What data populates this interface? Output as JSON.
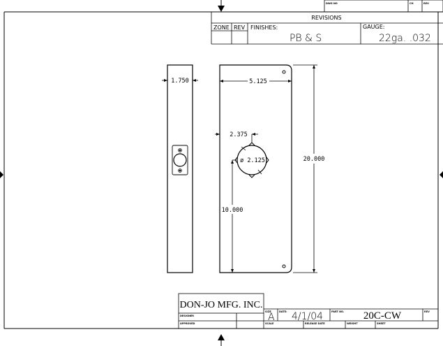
{
  "revisions": {
    "dwg_no_label": "DWG NO",
    "ch_label": "CH",
    "rev_label": "REV",
    "title": "REVISIONS",
    "zone_label": "ZONE",
    "rev_col_label": "REV",
    "finishes_label": "FINISHES:",
    "finishes_value": "PB & S",
    "gauge_label": "GAUGE:",
    "gauge_value": "22ga. .032"
  },
  "dimensions": {
    "width_narrow": "1.750",
    "width_plate": "5.125",
    "hole_offset": "2.375",
    "hole_diameter": "ø 2.125",
    "height": "20.000",
    "hole_height": "10.000"
  },
  "title_block": {
    "company": "DON-JO MFG. INC.",
    "designer_label": "DESIGNER",
    "approved_label": "APPROVED",
    "size_label": "SIZE",
    "size_value": "A",
    "date_label": "DATE:",
    "date_value": "4/1/04",
    "part_no_label": "PART NO.",
    "part_no_value": "20C-CW",
    "rev_label": "REV",
    "scale_label": "SCALE",
    "release_date_label": "RELEASE DATE",
    "weight_label": "WEIGHT",
    "sheet_label": "SHEET"
  }
}
